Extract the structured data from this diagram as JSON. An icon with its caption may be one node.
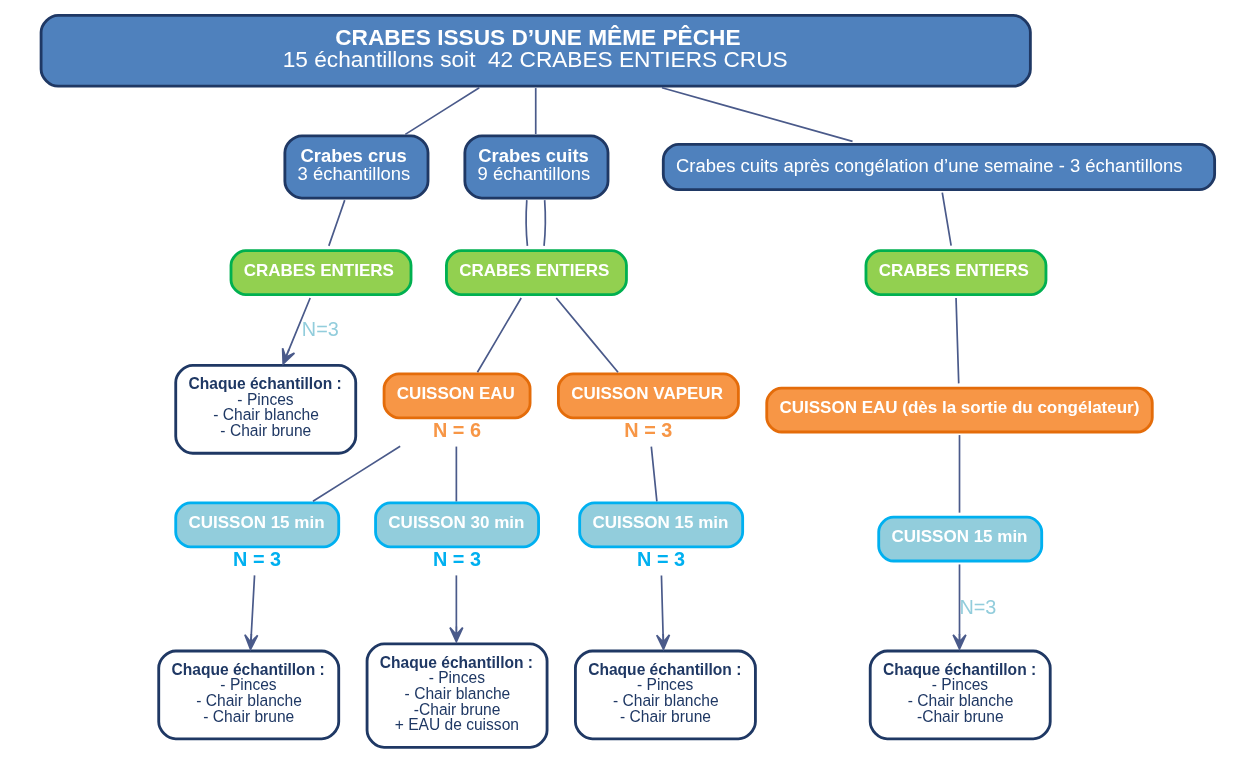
{
  "diagram": {
    "nodes": [
      {
        "text": [
          "CRABES ISSUS D’UNE MÊME PÊCHE",
          "15 échantillons soit  42 CRABES ENTIERS CRUS"
        ]
      },
      {
        "text": [
          "Crabes crus",
          "3 échantillons"
        ]
      },
      {
        "text": [
          "Crabes cuits",
          "9 échantillons"
        ]
      },
      {
        "text": [
          "Crabes cuits après congélation d’une semaine - 3 échantillons"
        ]
      },
      {
        "text": [
          "CRABES ENTIERS"
        ]
      },
      {
        "text": [
          "CRABES ENTIERS"
        ]
      },
      {
        "text": [
          "CRABES ENTIERS"
        ]
      },
      {
        "text": [
          "CUISSON EAU"
        ],
        "beside": [
          "N = 6"
        ]
      },
      {
        "text": [
          "CUISSON VAPEUR"
        ],
        "beside": [
          "N = 3"
        ]
      },
      {
        "text": [
          "CUISSON EAU (dès la sortie du congélateur)"
        ]
      },
      {
        "text": [
          "CUISSON 15 min"
        ],
        "beside": [
          "N = 3"
        ]
      },
      {
        "text": [
          "CUISSON 30 min"
        ],
        "beside": [
          "N = 3"
        ]
      },
      {
        "text": [
          "CUISSON 15 min"
        ],
        "beside": [
          "N = 3"
        ]
      },
      {
        "text": [
          "CUISSON 15 min"
        ]
      },
      {
        "text": [
          "Chaque échantillon :",
          "- Pinces",
          "- Chair blanche",
          "- Chair brune"
        ]
      },
      {
        "text": [
          "Chaque échantillon :",
          "- Pinces",
          "- Chair blanche",
          "- Chair brune"
        ]
      },
      {
        "text": [
          "Chaque échantillon :",
          "- Pinces",
          "- Chair blanche",
          "-Chair brune",
          "+ EAU de cuisson"
        ]
      },
      {
        "text": [
          "Chaque échantillon :",
          "- Pinces",
          "- Chair blanche",
          "- Chair brune"
        ]
      },
      {
        "text": [
          "Chaque échantillon :",
          "- Pinces",
          "- Chair blanche",
          "-Chair brune"
        ]
      }
    ],
    "edges": [
      {
        "from": 0,
        "to": 1,
        "arrow": "none"
      },
      {
        "from": 0,
        "to": 2,
        "arrow": "none"
      },
      {
        "from": 0,
        "to": 3,
        "arrow": "none"
      },
      {
        "from": 1,
        "to": 4,
        "arrow": "none"
      },
      {
        "from": 2,
        "to": 5,
        "arrow": "none"
      },
      {
        "from": 2,
        "to": 5,
        "arrow": "none"
      },
      {
        "from": 3,
        "to": 6,
        "arrow": "none"
      },
      {
        "from": 4,
        "to": 14,
        "arrow": "to",
        "label": "N=3"
      },
      {
        "from": 5,
        "to": 7,
        "arrow": "none"
      },
      {
        "from": 5,
        "to": 8,
        "arrow": "none"
      },
      {
        "from": 6,
        "to": 9,
        "arrow": "none"
      },
      {
        "from": 7,
        "to": 10,
        "arrow": "none"
      },
      {
        "from": 7,
        "to": 11,
        "arrow": "none"
      },
      {
        "from": 8,
        "to": 12,
        "arrow": "none"
      },
      {
        "from": 9,
        "to": 13,
        "arrow": "none"
      },
      {
        "from": 10,
        "to": 15,
        "arrow": "to"
      },
      {
        "from": 11,
        "to": 16,
        "arrow": "to"
      },
      {
        "from": 12,
        "to": 17,
        "arrow": "to"
      },
      {
        "from": 13,
        "to": 18,
        "arrow": "to",
        "label": "N=3"
      }
    ]
  }
}
